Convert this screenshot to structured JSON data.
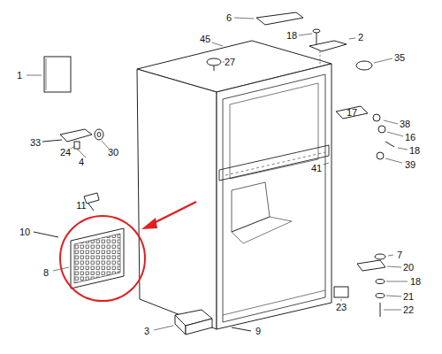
{
  "diagram": {
    "labels": [
      "1",
      "45",
      "6",
      "18",
      "2",
      "27",
      "35",
      "33",
      "24",
      "4",
      "30",
      "17",
      "38",
      "16",
      "18",
      "39",
      "41",
      "11",
      "10",
      "8",
      "7",
      "20",
      "18",
      "21",
      "22",
      "23",
      "3",
      "9"
    ]
  }
}
